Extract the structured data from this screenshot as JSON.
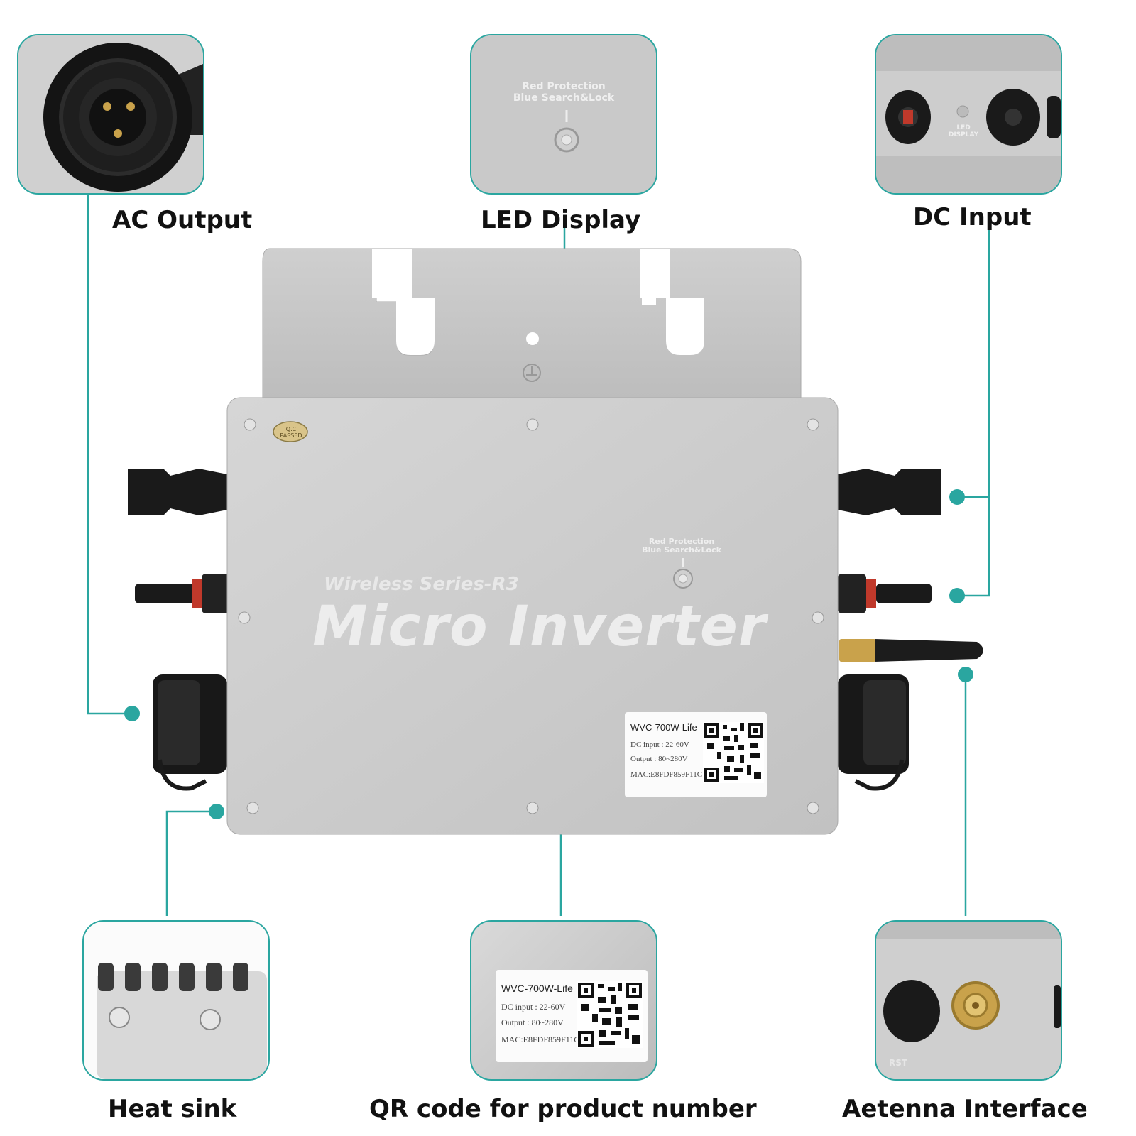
{
  "callouts": {
    "ac_output": "AC Output",
    "led_display": "LED Display",
    "dc_input": "DC Input",
    "heat_sink": "Heat sink",
    "qr_code": "QR code for product number",
    "antenna": "Aetenna Interface"
  },
  "device": {
    "series": "Wireless Series-R3",
    "name": "Micro Inverter",
    "qc_badge": "Q.C PASSED",
    "led_label_line1": "Red Protection",
    "led_label_line2": "Blue Search&Lock",
    "led_display_small": "LED DISPLAY",
    "rst_label": "RST",
    "label": {
      "model": "WVC-700W-Life",
      "dc_input": "DC input : 22-60V",
      "output": "Output : 80~280V",
      "mac": "MAC:E8FDF859F11C"
    }
  },
  "colors": {
    "accent": "#2aa6a0",
    "housing": "#c7c7c7"
  }
}
